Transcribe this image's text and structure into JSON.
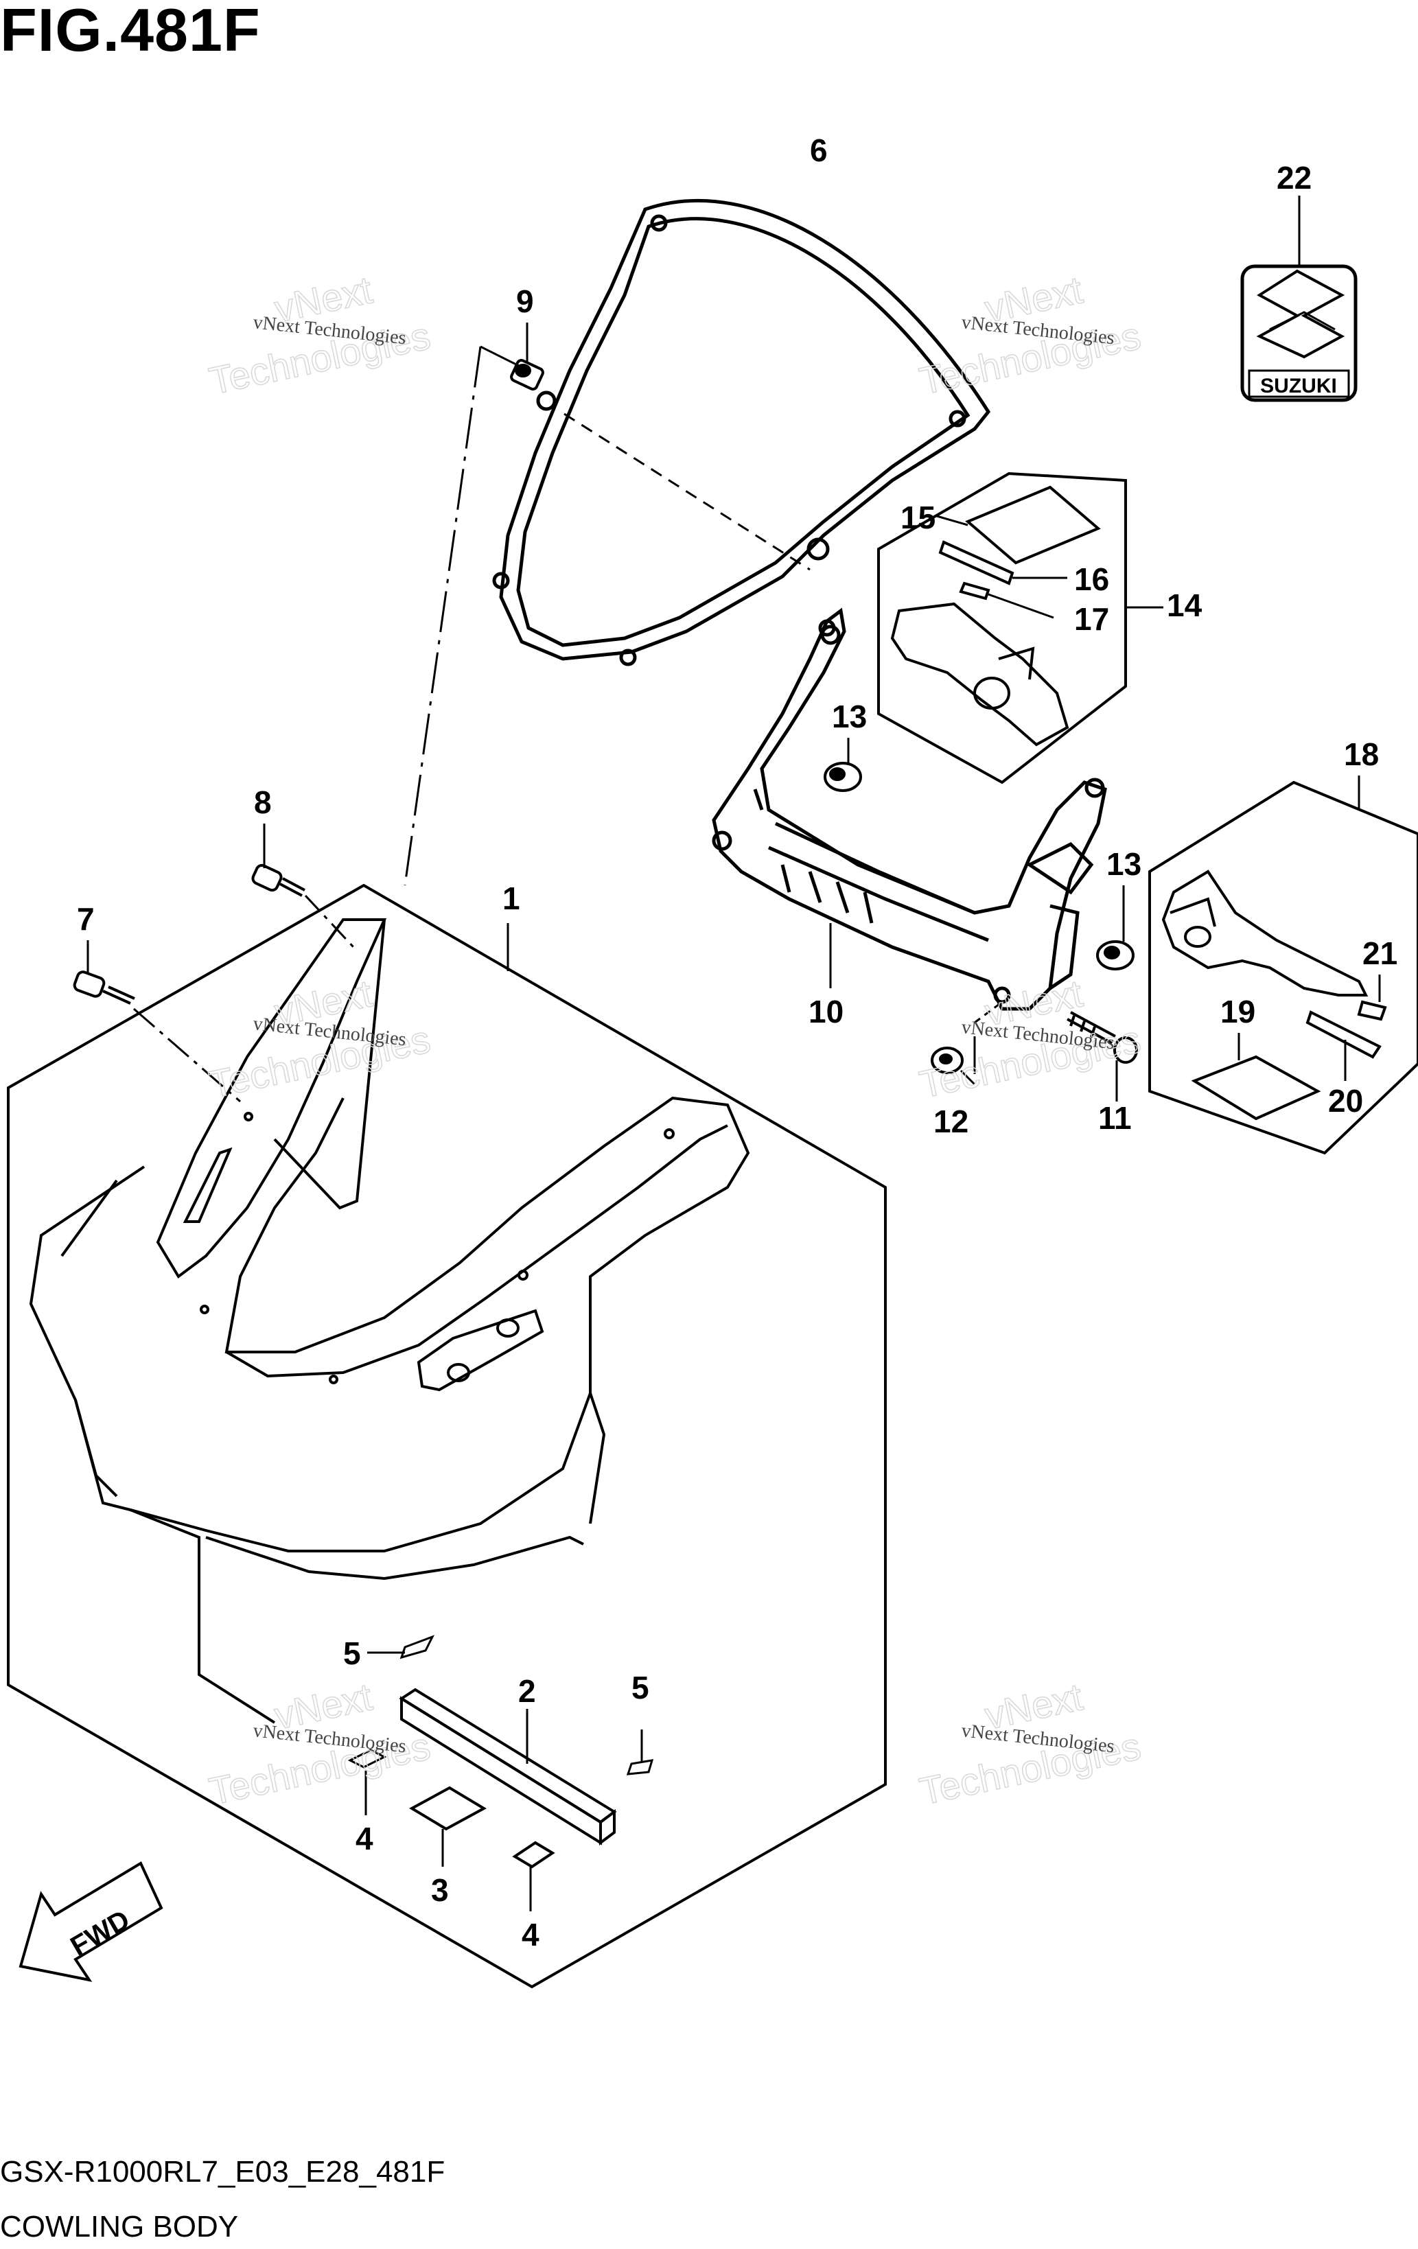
{
  "figure": {
    "title": "FIG.481F",
    "model_code": "GSX-R1000RL7_E03_E28_481F",
    "section_name": "COWLING BODY"
  },
  "callouts": {
    "c1": "1",
    "c2": "2",
    "c3": "3",
    "c4a": "4",
    "c4b": "4",
    "c5a": "5",
    "c5b": "5",
    "c6": "6",
    "c7": "7",
    "c8": "8",
    "c9": "9",
    "c10": "10",
    "c11": "11",
    "c12": "12",
    "c13a": "13",
    "c13b": "13",
    "c14": "14",
    "c15": "15",
    "c16": "16",
    "c17": "17",
    "c18": "18",
    "c19": "19",
    "c20": "20",
    "c21": "21",
    "c22": "22"
  },
  "emblem_text": "SUZUKI",
  "fwd_label": "FWD",
  "watermark": {
    "line1": "vNext Technologies",
    "line2": "Technologies",
    "line3": "vNext"
  }
}
